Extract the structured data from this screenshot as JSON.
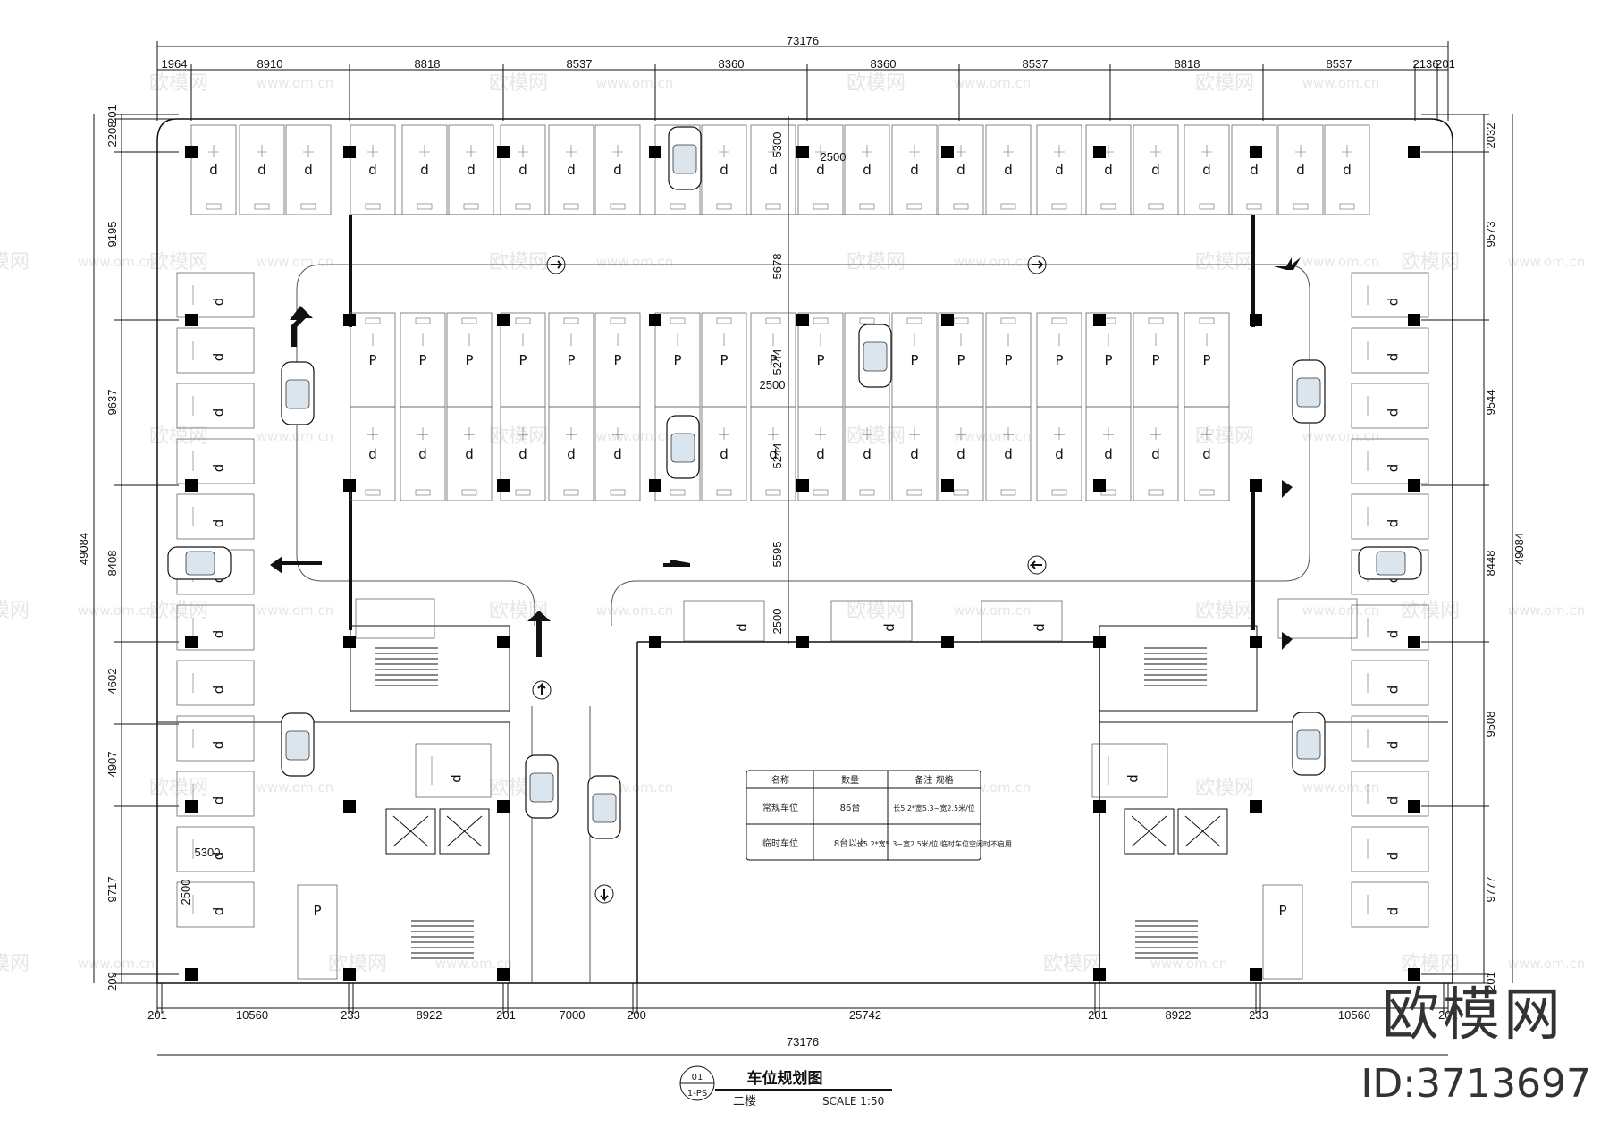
{
  "drawing": {
    "title": "车位规划图",
    "floor": "二楼",
    "scale": "SCALE 1:50",
    "tag_top": "01",
    "tag_bottom": "1-PS"
  },
  "dimensions": {
    "overall_width": "73176",
    "overall_height": "49084",
    "top_segments": [
      "1964",
      "8910",
      "8818",
      "8537",
      "8360",
      "8360",
      "8537",
      "8818",
      "8537",
      "2136",
      "201"
    ],
    "bottom_segments": [
      "201",
      "10560",
      "233",
      "8922",
      "201",
      "7000",
      "200",
      "25742",
      "201",
      "8922",
      "233",
      "10560",
      "201"
    ],
    "left_segments": [
      "201",
      "2208",
      "9195",
      "9637",
      "8408",
      "4602",
      "4907",
      "9717",
      "209"
    ],
    "right_segments": [
      "2032",
      "9573",
      "9544",
      "8448",
      "9508",
      "9777",
      "201"
    ],
    "inner": [
      "5300",
      "2500",
      "5678",
      "5244",
      "2500",
      "5244",
      "5595",
      "2500",
      "5300",
      "2500"
    ]
  },
  "legend_table": {
    "headers": [
      "名称",
      "数量",
      "备注  规格"
    ],
    "rows": [
      [
        "常规车位",
        "86台",
        "长5.2*宽5.3~宽2.5米/位"
      ],
      [
        "临时车位",
        "8台以上",
        "长5.2*宽5.3~宽2.5米/位 临时车位空闲时不启用"
      ]
    ]
  },
  "watermark": {
    "brand": "欧模网",
    "id": "ID:3713697",
    "url": "www.om.cn"
  },
  "colors": {
    "line": "#111111",
    "column": "#000000",
    "wall": "#555555",
    "watermark": "#e6e6e6"
  }
}
